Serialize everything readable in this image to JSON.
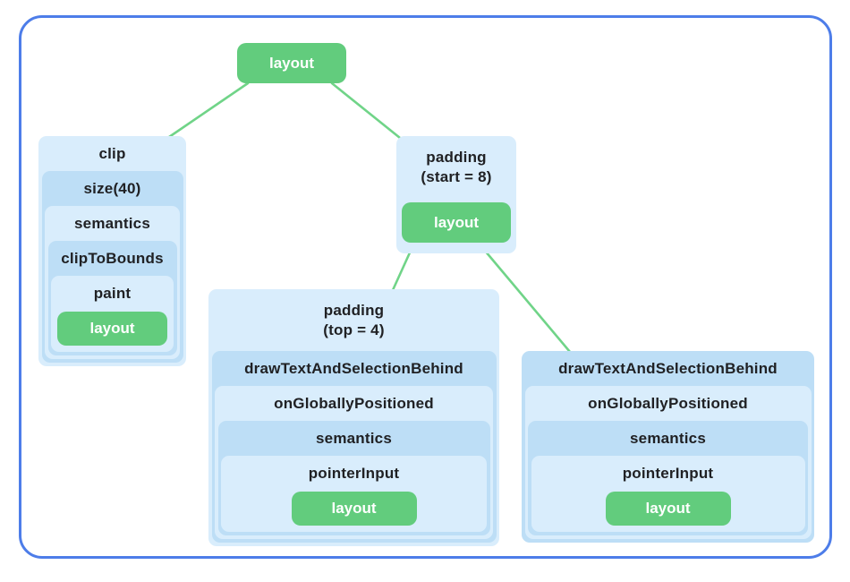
{
  "palette": {
    "frame_border": "#4d7de9",
    "connector_green": "#70d488",
    "node_green": "#62cc7d",
    "light_blue": "#d9edfc",
    "medium_blue": "#bddef6",
    "title_text": "#202124",
    "green_node_text": "#ffffff"
  },
  "root_node": {
    "label": "layout"
  },
  "clip_box": {
    "levels": [
      "clip",
      "size(40)",
      "semantics",
      "clipToBounds",
      "paint"
    ],
    "layout_label": "layout"
  },
  "padding_start_box": {
    "title_line1": "padding",
    "title_line2": "(start = 8)",
    "layout_label": "layout"
  },
  "padding_top_box": {
    "title_line1": "padding",
    "title_line2": "(top = 4)",
    "levels": [
      "drawTextAndSelectionBehind",
      "onGloballyPositioned",
      "semantics",
      "pointerInput"
    ],
    "layout_label": "layout"
  },
  "draw_box": {
    "levels": [
      "drawTextAndSelectionBehind",
      "onGloballyPositioned",
      "semantics",
      "pointerInput"
    ],
    "layout_label": "layout"
  }
}
